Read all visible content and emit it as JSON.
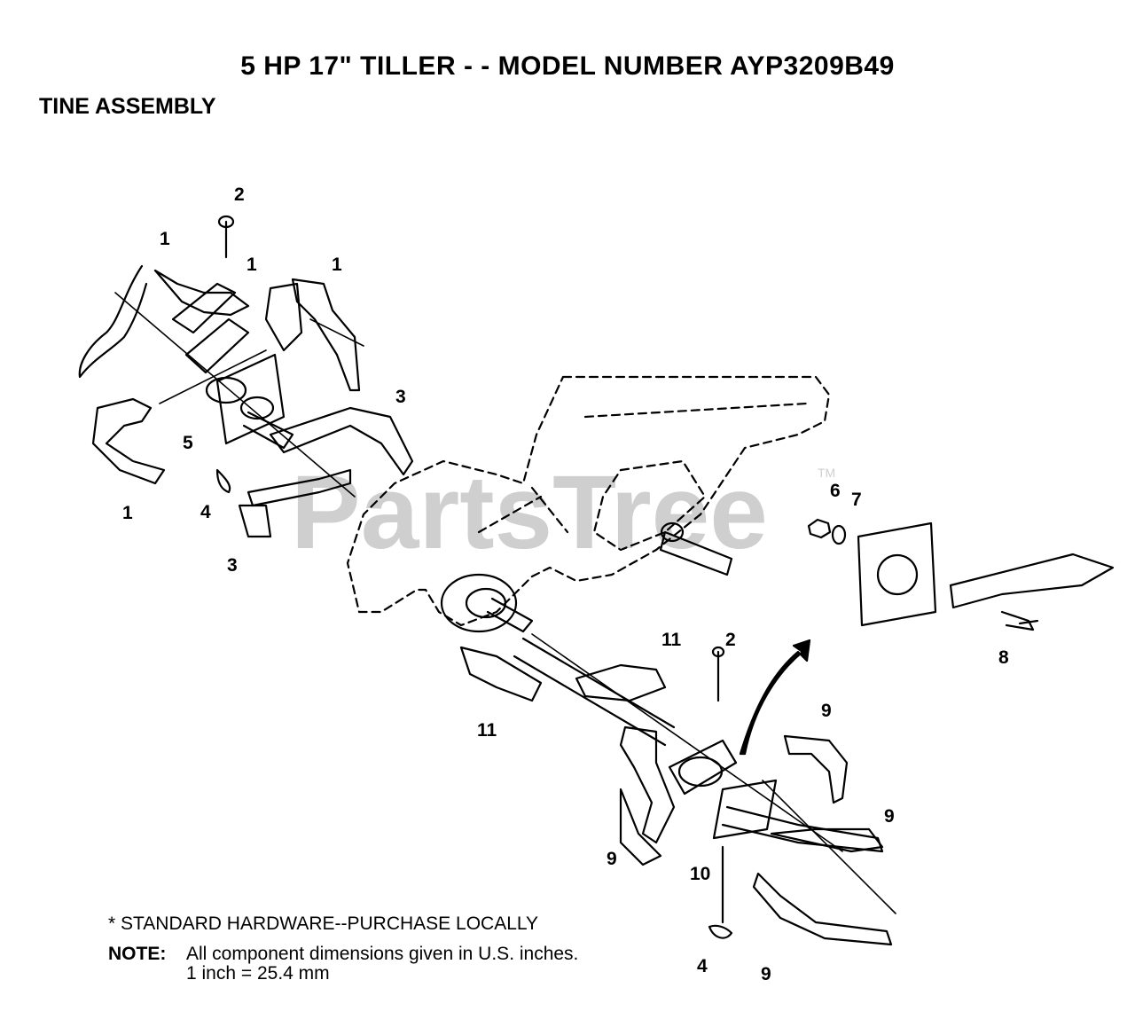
{
  "header": {
    "title": "5 HP 17\" TILLER - - MODEL NUMBER AYP3209B49",
    "section": "TINE ASSEMBLY"
  },
  "watermark": {
    "text": "PartsTree",
    "tm": "TM"
  },
  "callouts": [
    "1",
    "1",
    "1",
    "1",
    "2",
    "3",
    "3",
    "4",
    "5",
    "6",
    "7",
    "8",
    "11",
    "11",
    "2",
    "9",
    "9",
    "9",
    "10",
    "4",
    "9"
  ],
  "footer": {
    "standard_hardware": "* STANDARD HARDWARE--PURCHASE LOCALLY",
    "note_label": "NOTE:",
    "note_line1": "All component dimensions given in U.S. inches.",
    "note_line2": "1 inch = 25.4 mm"
  }
}
